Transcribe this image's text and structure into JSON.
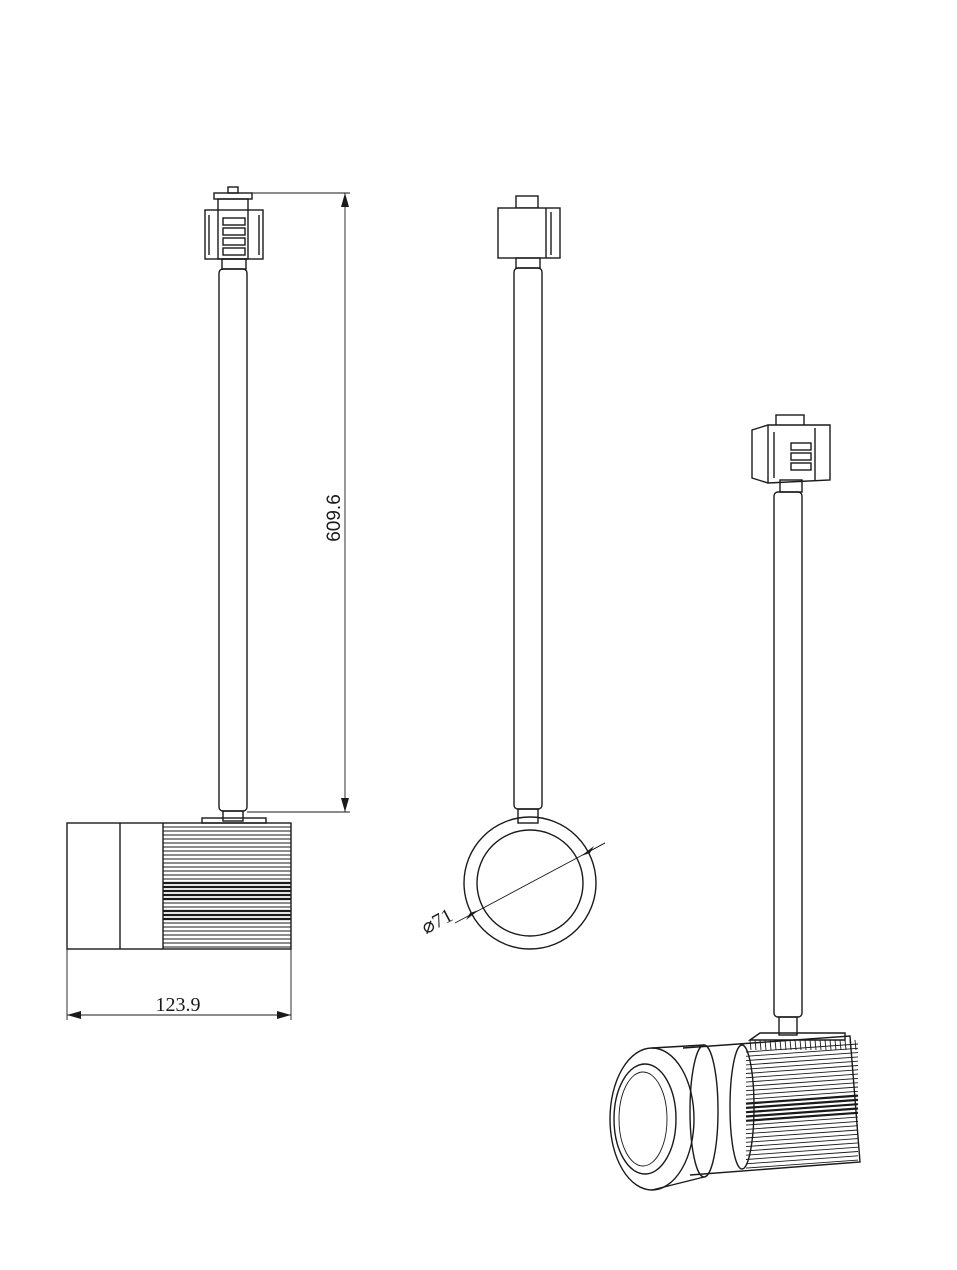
{
  "dimensions": {
    "height": "609.6",
    "width": "123.9",
    "diameter": "⌀71"
  }
}
